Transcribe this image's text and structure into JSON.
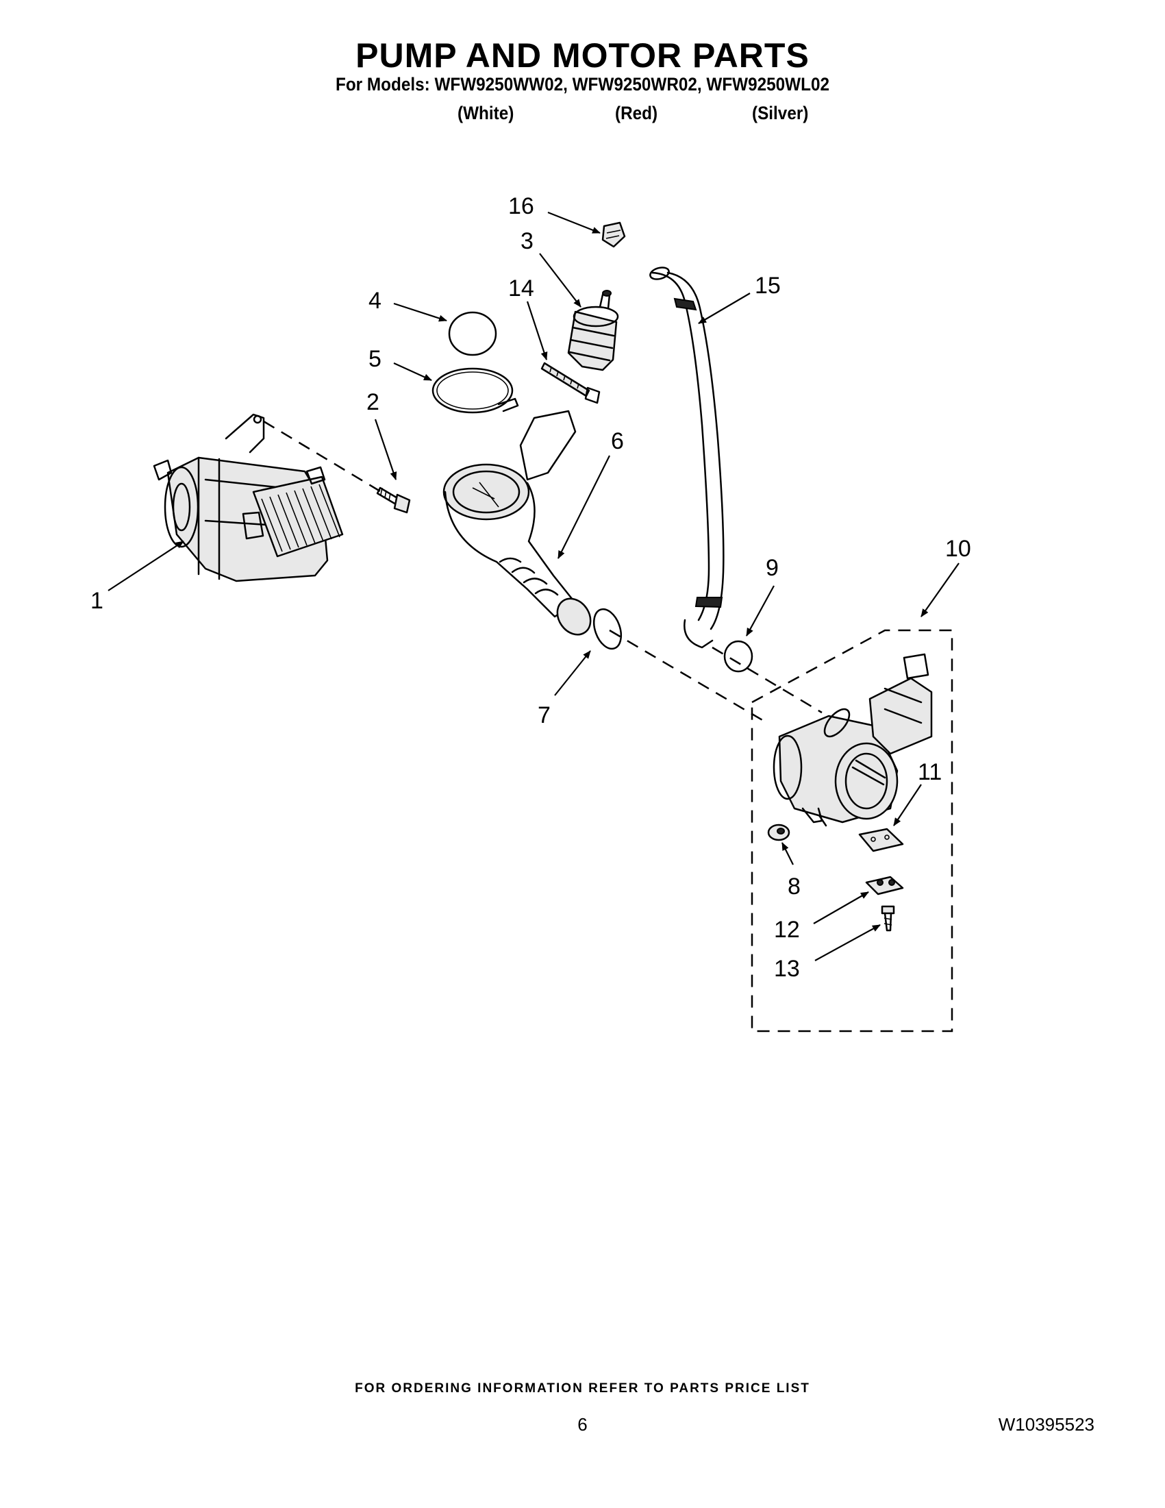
{
  "header": {
    "title": "PUMP AND MOTOR PARTS",
    "models_line": "For Models: WFW9250WW02, WFW9250WR02, WFW9250WL02",
    "colors": [
      "(White)",
      "(Red)",
      "(Silver)"
    ]
  },
  "callouts": [
    "1",
    "2",
    "3",
    "4",
    "5",
    "6",
    "7",
    "8",
    "9",
    "10",
    "11",
    "12",
    "13",
    "14",
    "15",
    "16"
  ],
  "footer": {
    "note": "FOR ORDERING INFORMATION REFER TO PARTS PRICE LIST",
    "page_number": "6",
    "document_number": "W10395523"
  }
}
